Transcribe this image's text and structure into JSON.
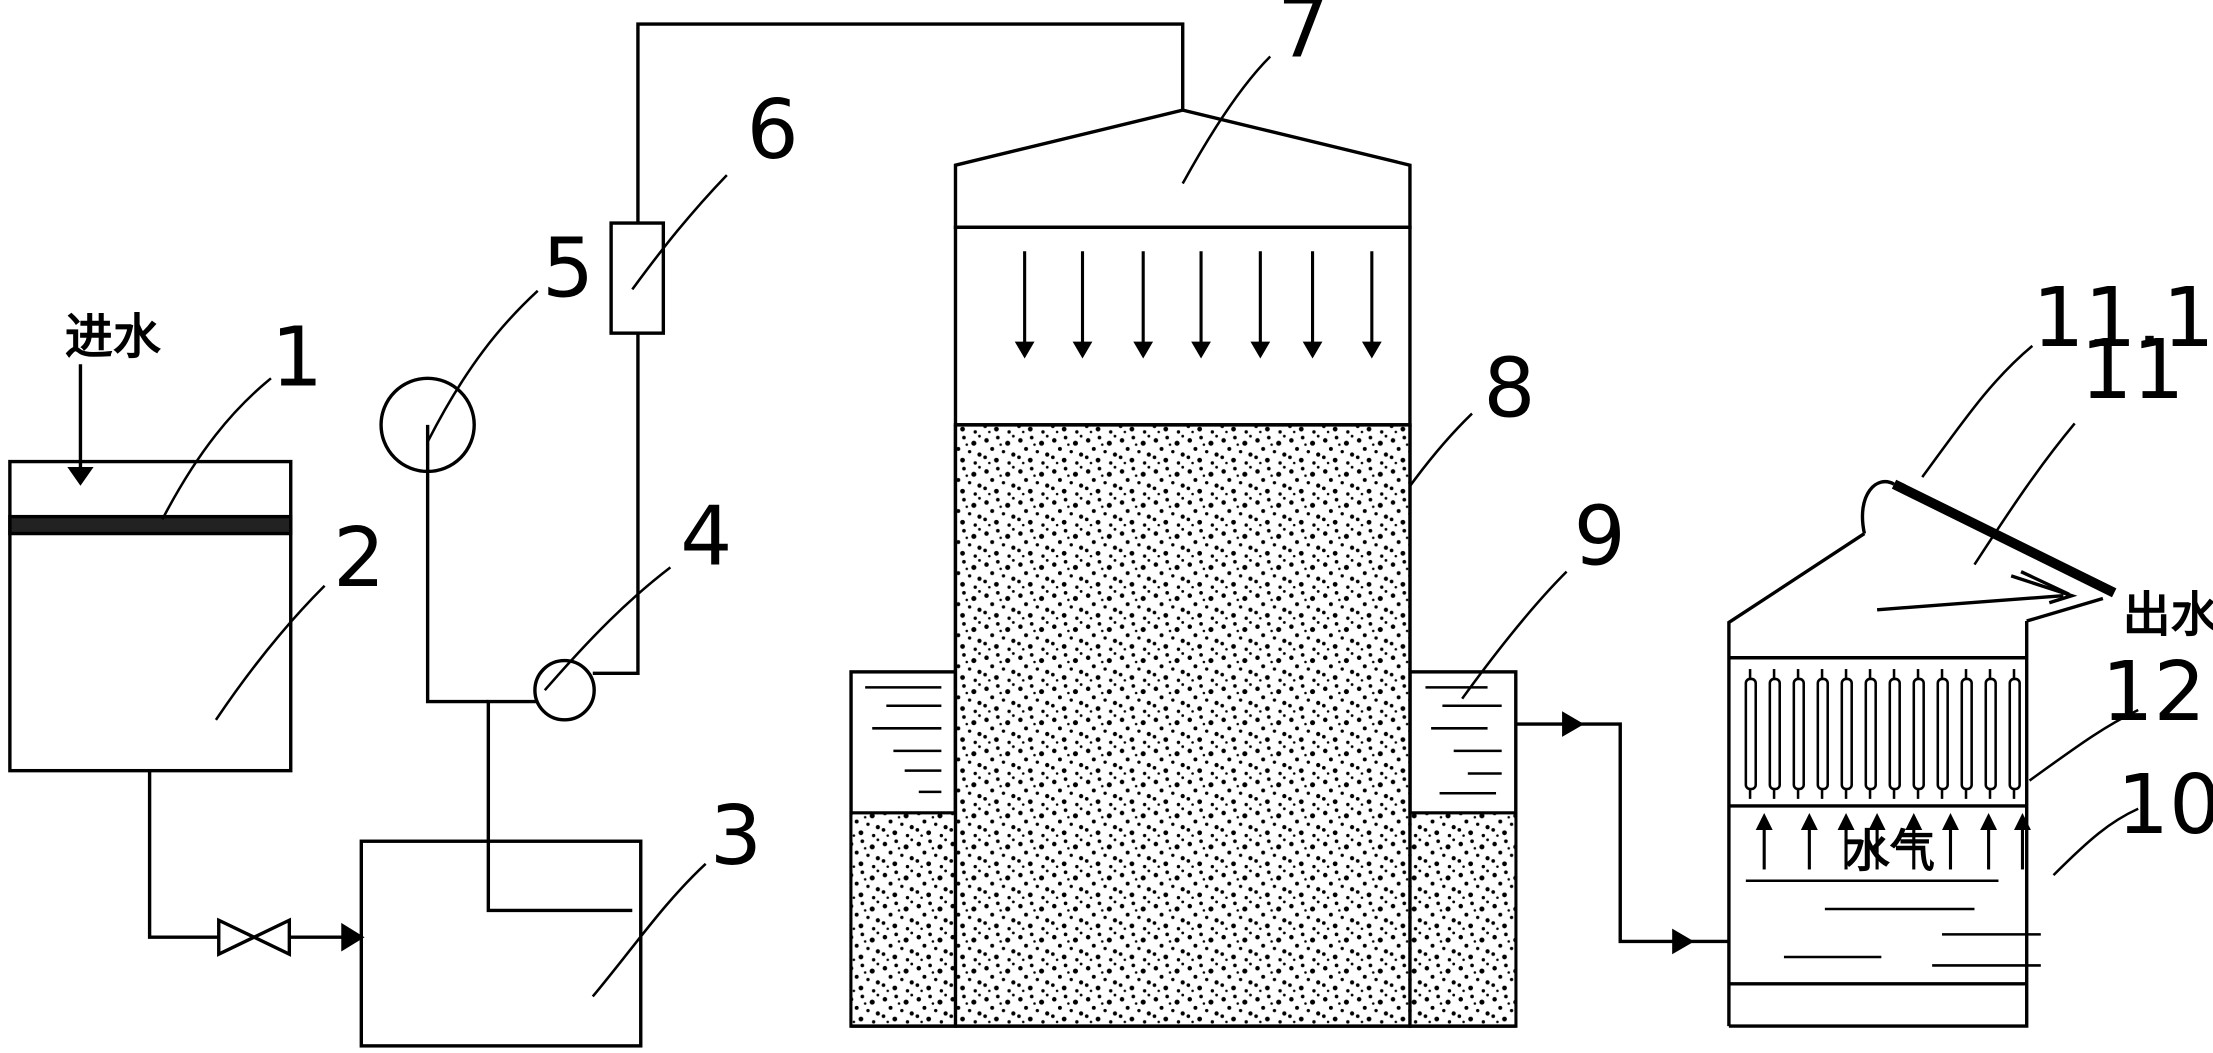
{
  "labels": {
    "l1": "1",
    "l2": "2",
    "l3": "3",
    "l4": "4",
    "l5": "5",
    "l6": "6",
    "l7": "7",
    "l8": "8",
    "l9": "9",
    "l10": "10",
    "l11": "11",
    "l11_1": "11.1",
    "l12": "12"
  },
  "text": {
    "inlet": "进水",
    "outlet": "出水",
    "vapor": "水气"
  }
}
